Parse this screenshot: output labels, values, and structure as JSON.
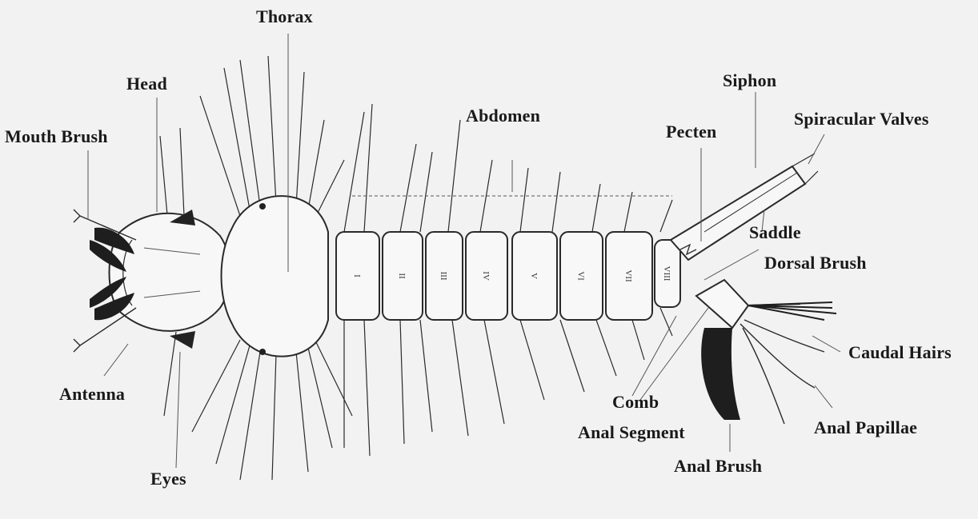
{
  "labels": {
    "thorax": "Thorax",
    "head": "Head",
    "mouth_brush": "Mouth Brush",
    "abdomen": "Abdomen",
    "pecten": "Pecten",
    "siphon": "Siphon",
    "spiracular_valves": "Spiracular Valves",
    "saddle": "Saddle",
    "dorsal_brush": "Dorsal Brush",
    "caudal_hairs": "Caudal Hairs",
    "anal_papillae": "Anal Papillae",
    "anal_brush": "Anal Brush",
    "comb": "Comb",
    "anal_segment": "Anal Segment",
    "antenna": "Antenna",
    "eyes": "Eyes"
  },
  "segment_numerals": [
    "I",
    "II",
    "III",
    "IV",
    "V",
    "VI",
    "VII",
    "VIII"
  ],
  "colors": {
    "background": "#f2f2f2",
    "ink": "#1a1a1a",
    "eye": "#222222"
  }
}
